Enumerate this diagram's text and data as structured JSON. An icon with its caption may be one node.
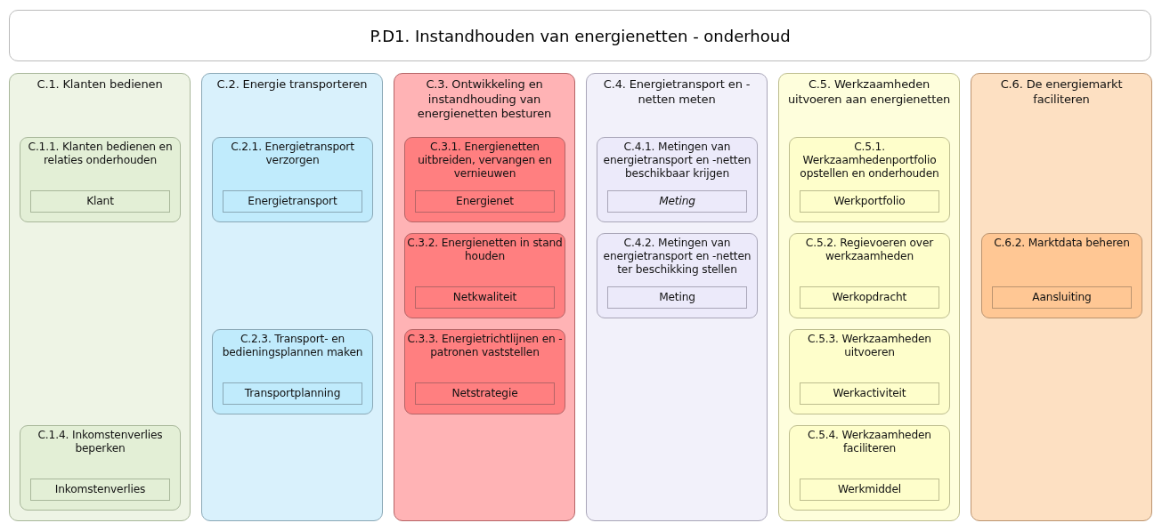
{
  "diagram": {
    "title": "P.D1. Instandhouden van energienetten - onderhoud",
    "nodes": [
      {
        "text": [
          "C.1. Klanten bedienen"
        ]
      },
      {
        "text": [
          "C.1.1. Klanten bedienen en relaties onderhouden"
        ],
        "in": 0
      },
      {
        "text": [
          "Klant"
        ],
        "in": 1
      },
      {
        "text": [
          "C.1.4. Inkomstenverlies beperken"
        ],
        "in": 0
      },
      {
        "text": [
          "Inkomstenverlies"
        ],
        "in": 3
      },
      {
        "text": [
          "C.2. Energie transporteren"
        ]
      },
      {
        "text": [
          "C.2.1. Energietransport verzorgen"
        ],
        "in": 5
      },
      {
        "text": [
          "Energietransport"
        ],
        "in": 6
      },
      {
        "text": [
          "C.2.3. Transport- en bedieningsplannen maken"
        ],
        "in": 5
      },
      {
        "text": [
          "Transportplanning"
        ],
        "in": 8
      },
      {
        "text": [
          "C.3. Ontwikkeling en instandhouding van energienetten besturen"
        ]
      },
      {
        "text": [
          "C.3.1. Energienetten uitbreiden, vervangen en vernieuwen"
        ],
        "in": 10
      },
      {
        "text": [
          "Energienet"
        ],
        "in": 11
      },
      {
        "text": [
          "C.3.2. Energienetten in stand houden"
        ],
        "in": 10
      },
      {
        "text": [
          "Netkwaliteit"
        ],
        "in": 13
      },
      {
        "text": [
          "C.3.3. Energietrichtlijnen en -patronen vaststellen"
        ],
        "in": 10
      },
      {
        "text": [
          "Netstrategie"
        ],
        "in": 15
      },
      {
        "text": [
          "C.4. Energietransport en -netten meten"
        ]
      },
      {
        "text": [
          "C.4.1. Metingen van energietransport en -netten beschikbaar krijgen"
        ],
        "in": 17
      },
      {
        "text": [
          "Meting"
        ],
        "in": 18
      },
      {
        "text": [
          "C.4.2. Metingen van energietransport en -netten ter beschikking stellen"
        ],
        "in": 17
      },
      {
        "text": [
          "Meting"
        ],
        "in": 20
      },
      {
        "text": [
          "C.5. Werkzaamheden uitvoeren aan energienetten"
        ]
      },
      {
        "text": [
          "C.5.1. Werkzaamhedenportfolio opstellen en onderhouden"
        ],
        "in": 22
      },
      {
        "text": [
          "Werkportfolio"
        ],
        "in": 23
      },
      {
        "text": [
          "C.5.2. Regievoeren over werkzaamheden"
        ],
        "in": 22
      },
      {
        "text": [
          "Werkopdracht"
        ],
        "in": 25
      },
      {
        "text": [
          "C.5.3. Werkzaamheden uitvoeren"
        ],
        "in": 22
      },
      {
        "text": [
          "Werkactiviteit"
        ],
        "in": 27
      },
      {
        "text": [
          "C.5.4. Werkzaamheden faciliteren"
        ],
        "in": 22
      },
      {
        "text": [
          "Werkmiddel"
        ],
        "in": 29
      },
      {
        "text": [
          "C.6. De energiemarkt faciliteren"
        ]
      },
      {
        "text": [
          "C.6.2. Marktdata beheren"
        ],
        "in": 31
      },
      {
        "text": [
          "Aansluiting"
        ],
        "in": 32
      }
    ]
  }
}
